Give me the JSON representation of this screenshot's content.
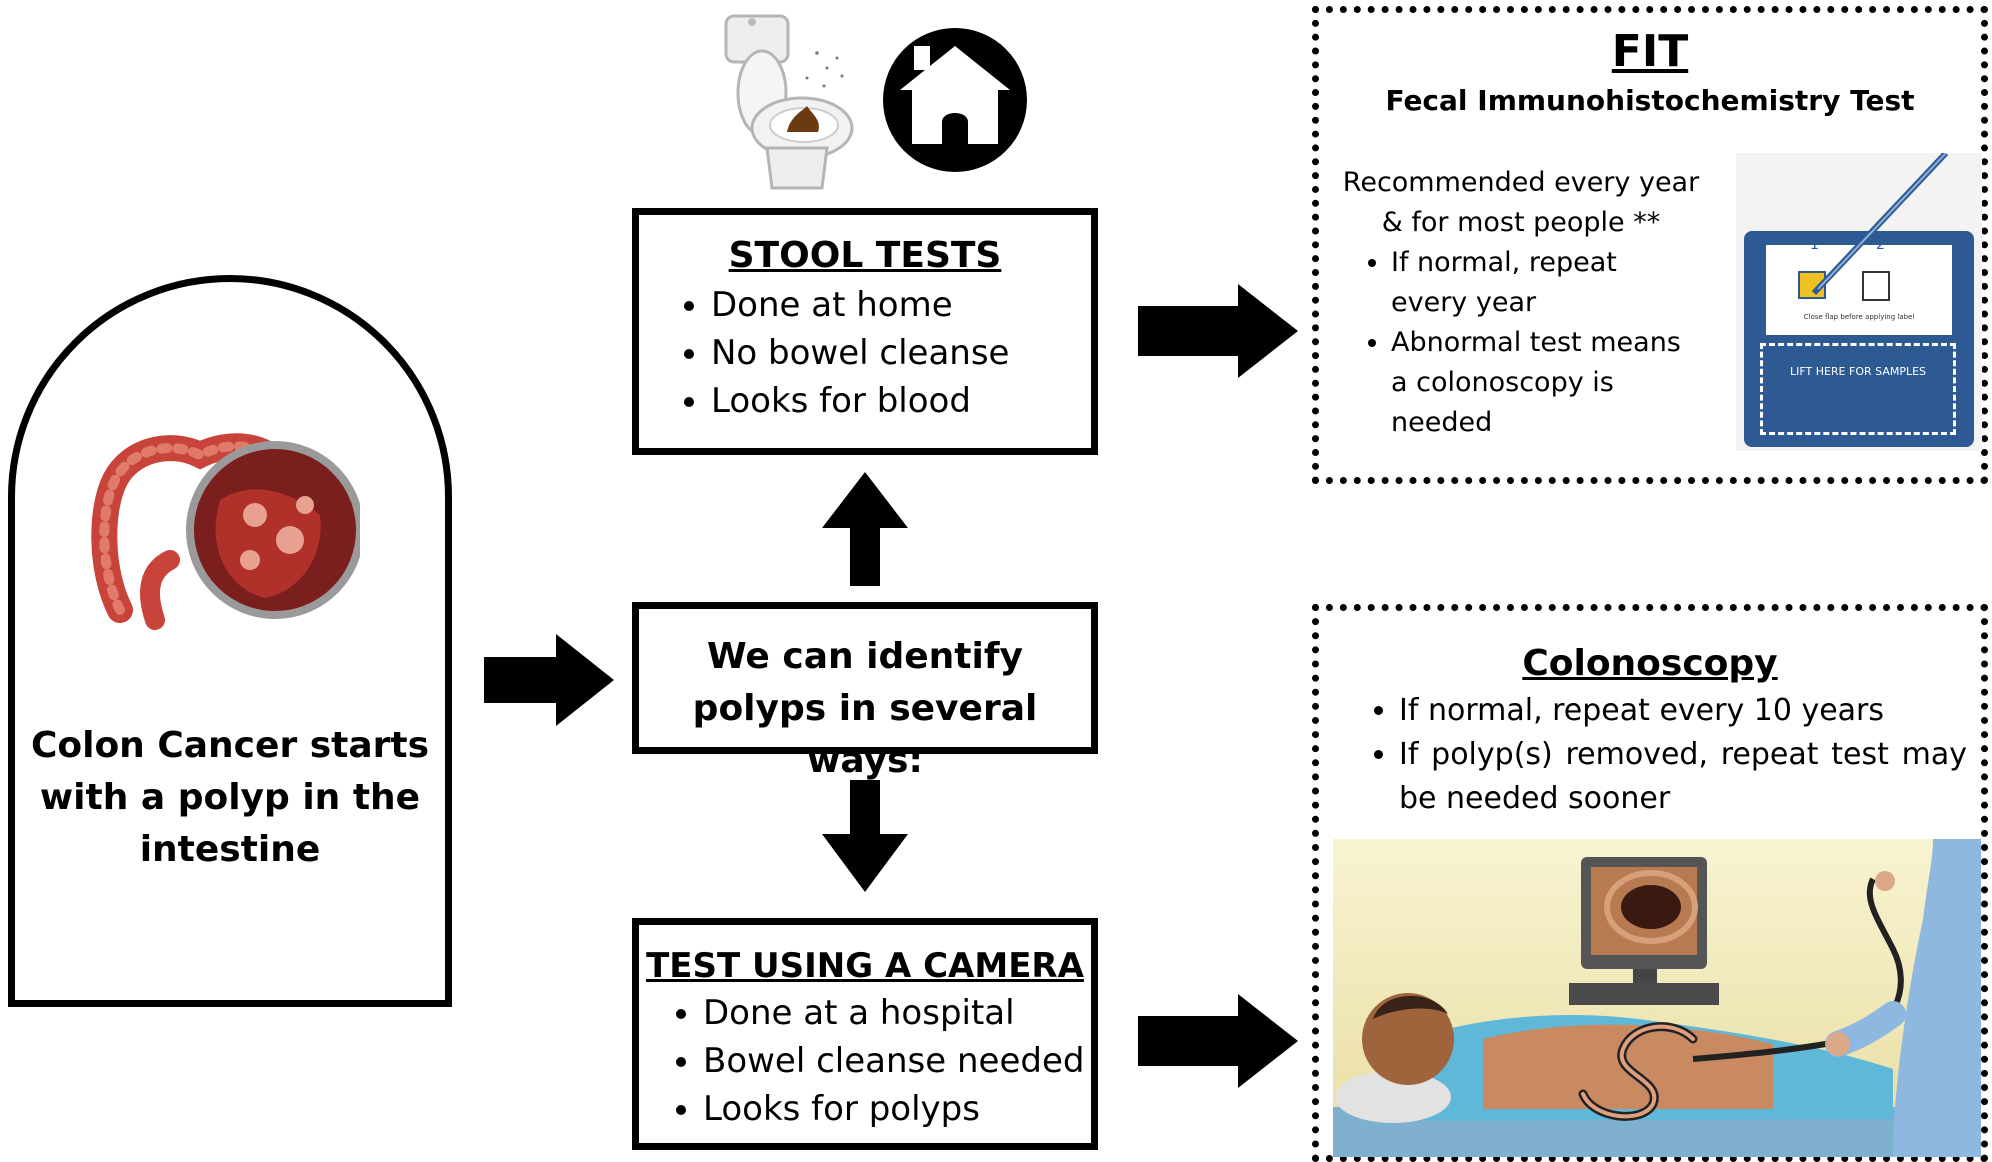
{
  "origin": {
    "text": "Colon Cancer starts with a polyp in the intestine",
    "image_icon": "colon-polyp-illustration"
  },
  "center": {
    "text": "We can identify polyps in several ways:"
  },
  "stool": {
    "title": "STOOL TESTS",
    "bullets": [
      "Done at home",
      "No bowel cleanse",
      "Looks for blood"
    ],
    "icons": [
      "toilet-icon",
      "house-icon"
    ]
  },
  "camera": {
    "title": "TEST USING A CAMERA",
    "bullets": [
      "Done at a hospital",
      "Bowel cleanse needed",
      "Looks for polyps"
    ]
  },
  "fit": {
    "title": "FIT",
    "subtitle": "Fecal Immunohistochemistry Test",
    "intro": "Recommended every year & for most people **",
    "bullets": [
      "If normal, repeat every year",
      "Abnormal test means a colonoscopy is needed"
    ],
    "card": {
      "num1": "1",
      "num2": "2",
      "flap_text": "Close flap before applying label",
      "lift_text": "LIFT HERE FOR SAMPLES"
    }
  },
  "colonoscopy": {
    "title": "Colonoscopy",
    "bullets": [
      "If normal, repeat every 10 years",
      "If polyp(s) removed, repeat test may be needed sooner"
    ],
    "image_icon": "colonoscopy-procedure-illustration"
  }
}
